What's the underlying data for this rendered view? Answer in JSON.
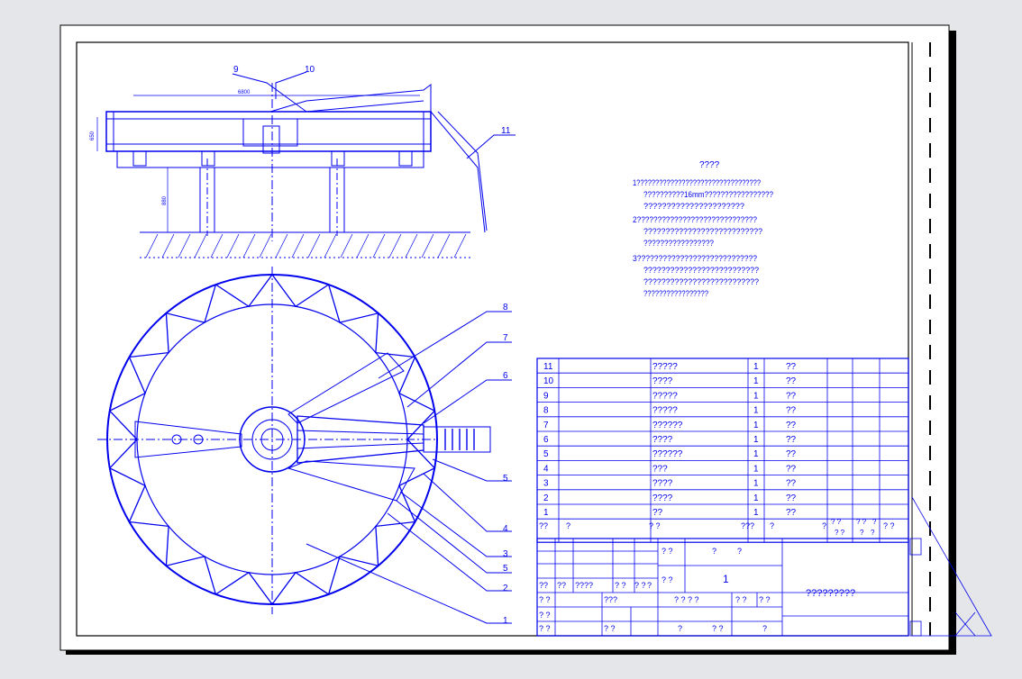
{
  "colors": {
    "ink": "#0000ee",
    "paper": "#ffffff",
    "background": "#e4e6ea",
    "shadow": "#000000"
  },
  "side_view": {
    "callouts": [
      "9",
      "10",
      "11"
    ],
    "dimensions": [
      "6800",
      "650",
      "880"
    ]
  },
  "plan_view": {
    "callouts": [
      "8",
      "7",
      "6",
      "5",
      "4",
      "3",
      "5",
      "2",
      "1"
    ]
  },
  "notes": {
    "title": "????",
    "lines": [
      "1?????????????????????????????????",
      "??????????16mm?????????????????",
      "??????????????????????",
      "2?????????????????????????????",
      "???????????????????????????",
      "?????????????????",
      "3????????????????????????????",
      "??????????????????????????",
      "??????????????????????????",
      "?????????????????"
    ]
  },
  "parts_list": {
    "rows": [
      {
        "no": "11",
        "name": "?????",
        "qty": "1",
        "mat": "??"
      },
      {
        "no": "10",
        "name": "????",
        "qty": "1",
        "mat": "??"
      },
      {
        "no": "9",
        "name": "?????",
        "qty": "1",
        "mat": "??"
      },
      {
        "no": "8",
        "name": "?????",
        "qty": "1",
        "mat": "??"
      },
      {
        "no": "7",
        "name": "??????",
        "qty": "1",
        "mat": "??"
      },
      {
        "no": "6",
        "name": "????",
        "qty": "1",
        "mat": "??"
      },
      {
        "no": "5",
        "name": "??????",
        "qty": "1",
        "mat": "??"
      },
      {
        "no": "4",
        "name": "???",
        "qty": "1",
        "mat": "??"
      },
      {
        "no": "3",
        "name": "????",
        "qty": "1",
        "mat": "??"
      },
      {
        "no": "2",
        "name": "????",
        "qty": "1",
        "mat": "??"
      },
      {
        "no": "1",
        "name": "??",
        "qty": "1",
        "mat": "??"
      }
    ],
    "header": [
      "??",
      "?",
      "? ?",
      "???",
      "?",
      "?",
      "? ?",
      "? ?",
      "? ?",
      "?",
      "?",
      "?",
      "? ?"
    ]
  },
  "title_block": {
    "row1": [
      "? ?",
      "?",
      "?"
    ],
    "row2_label": "? ?",
    "row2_value": "1",
    "row3": [
      "??",
      "??",
      "????",
      "? ?",
      "? ?",
      "?"
    ],
    "row4": [
      "? ?",
      "???",
      "? ? ? ?",
      "? ?",
      "? ?",
      "? ?"
    ],
    "row5": [
      "? ?",
      "? ?",
      "?",
      "? ?",
      "?"
    ],
    "drawing_name": "?????????"
  }
}
